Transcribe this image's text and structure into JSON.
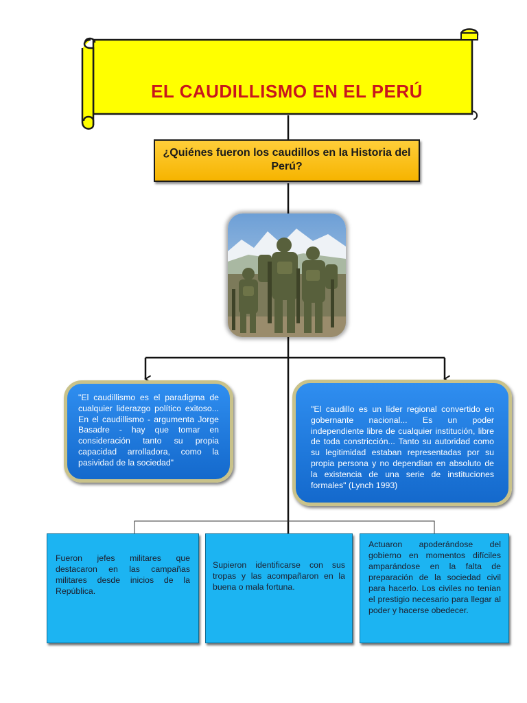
{
  "title": "EL CAUDILLISMO EN EL PERÚ",
  "question": "¿Quiénes fueron los caudillos en la Historia del Perú?",
  "colors": {
    "scroll_fill": "#ffff00",
    "title_text": "#c8161d",
    "question_fill": "#ffc51f",
    "quote_fill": "#1f7ddf",
    "quote_border": "#c9c28a",
    "box_fill": "#1cb4f2"
  },
  "image": {
    "name": "soldiers-photo"
  },
  "quotes": [
    "\"El caudillismo es el paradigma de cualquier liderazgo político exitoso... En el caudillismo - argumenta Jorge Basadre - hay que tomar en consideración tanto su propia capacidad arrolladora, como la pasividad de la sociedad\"",
    "\"El caudillo es un líder regional convertido en gobernante nacional... Es un poder independiente libre de cualquier institución, libre de toda constricción... Tanto su autoridad como su legitimidad estaban representadas por su propia persona y no dependían en absoluto de la existencia de una serie de instituciones formales\" (Lynch 1993)"
  ],
  "boxes": [
    "Fueron jefes militares que destacaron en las campañas militares desde inicios de la República.",
    "Supieron identificarse con sus tropas y las acompañaron en la buena o mala fortuna.",
    "Actuaron apoderándose del gobierno en momentos difíciles amparándose en la falta de preparación de la sociedad civil para hacerlo. Los civiles no tenían el prestigio necesario para llegar al poder y hacerse obedecer."
  ]
}
